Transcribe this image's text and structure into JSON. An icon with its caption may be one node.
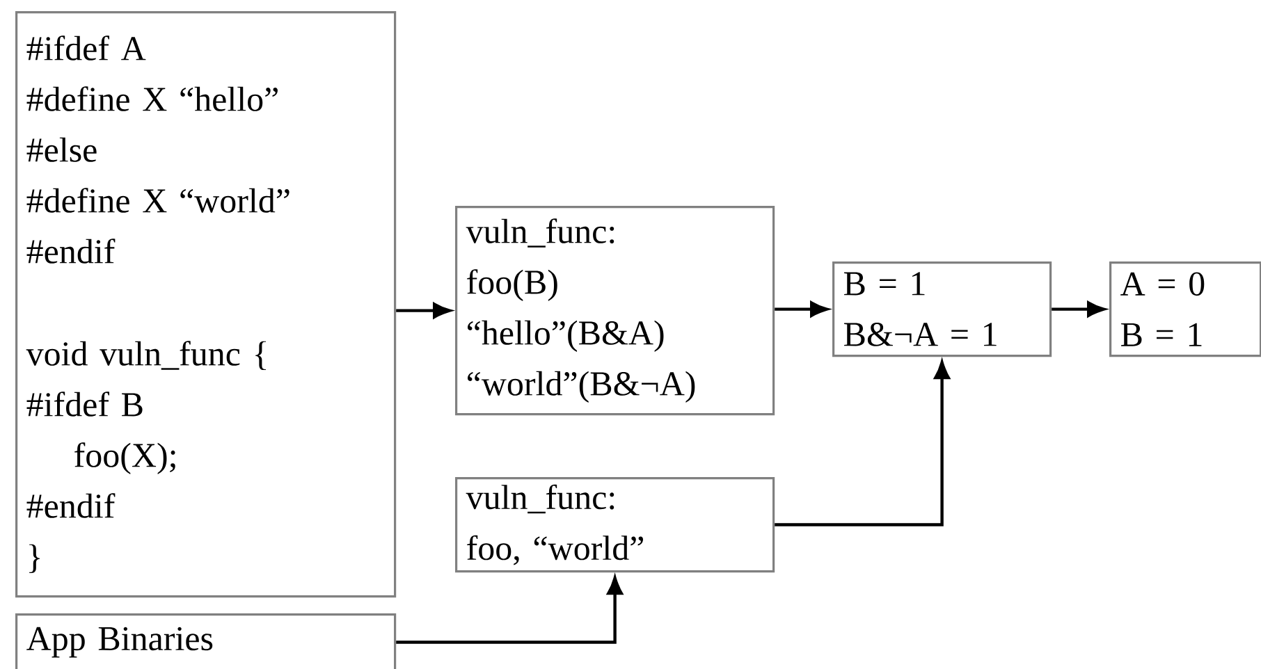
{
  "diagram": {
    "nodes": [
      {
        "text": [
          "#ifdef A",
          "#define X “hello”",
          "#else",
          "#define X “world”",
          "#endif",
          "void vuln_func {",
          "#ifdef B",
          "foo(X);",
          "#endif",
          "}"
        ]
      },
      {
        "text": [
          "vuln_func:",
          "foo(B)",
          "“hello”(B&A)",
          "“world”(B&¬A)"
        ]
      },
      {
        "text": [
          "B = 1",
          "B&¬A = 1"
        ]
      },
      {
        "text": [
          "A = 0",
          "B = 1"
        ]
      },
      {
        "text": [
          "vuln_func:",
          "foo, “world”"
        ]
      },
      {
        "text": [
          "App Binaries"
        ]
      }
    ],
    "edges": [
      {
        "from": 0,
        "to": 1,
        "arrow": "to"
      },
      {
        "from": 1,
        "to": 2,
        "arrow": "to"
      },
      {
        "from": 2,
        "to": 3,
        "arrow": "to"
      },
      {
        "from": 4,
        "to": 2,
        "arrow": "to"
      },
      {
        "from": 5,
        "to": 4,
        "arrow": "to"
      }
    ]
  }
}
